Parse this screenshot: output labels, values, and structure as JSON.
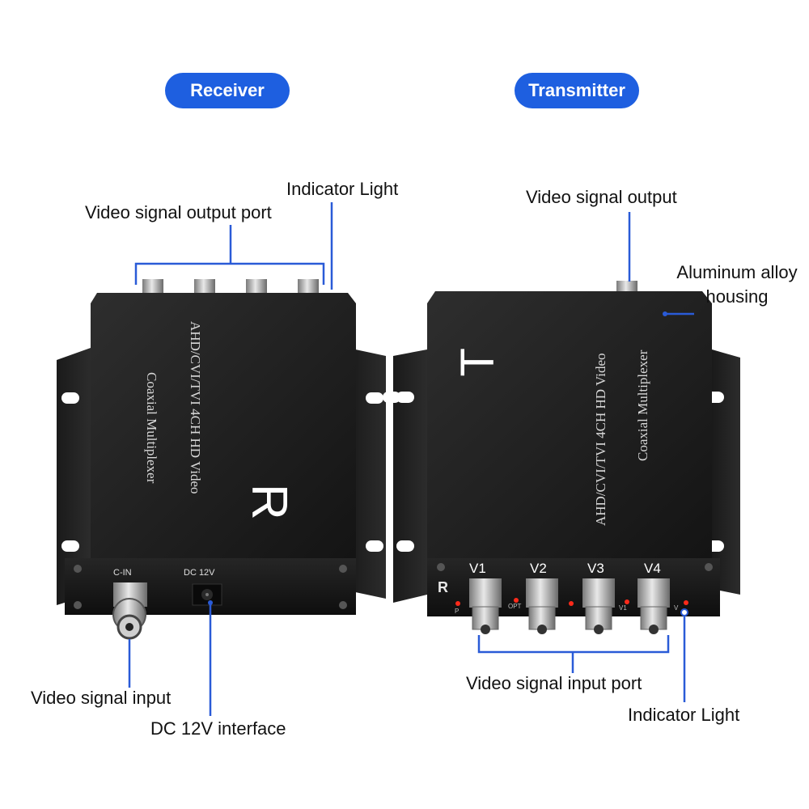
{
  "headers": {
    "receiver": "Receiver",
    "transmitter": "Transmitter"
  },
  "receiver": {
    "labels": {
      "indicator_light": "Indicator Light",
      "video_output_port": "Video signal output port",
      "video_input": "Video signal input",
      "dc_interface": "DC 12V interface"
    },
    "panel_text": {
      "line1": "AHD/CVI/TVI 4CH HD Video",
      "line2": "Coaxial Multiplexer",
      "big_letter": "R",
      "c_in": "C-IN",
      "dc": "DC 12V"
    }
  },
  "transmitter": {
    "labels": {
      "video_output": "Video signal output",
      "housing_line1": "Aluminum alloy",
      "housing_line2": "housing",
      "video_input_port": "Video signal input port",
      "indicator_light": "Indicator Light"
    },
    "panel_text": {
      "line1": "AHD/CVI/TVI 4CH HD Video",
      "line2": "Coaxial Multiplexer",
      "big_letter": "T",
      "side_letter": "R",
      "ports": [
        "V1",
        "V2",
        "V3",
        "V4"
      ],
      "led_p": "P",
      "led_opt": "OPT",
      "led_v1": "V1",
      "led_v": "V"
    }
  },
  "colors": {
    "accent": "#1e5fe0",
    "housing": "#1c1c1c",
    "annotation": "#2a5bd7"
  }
}
